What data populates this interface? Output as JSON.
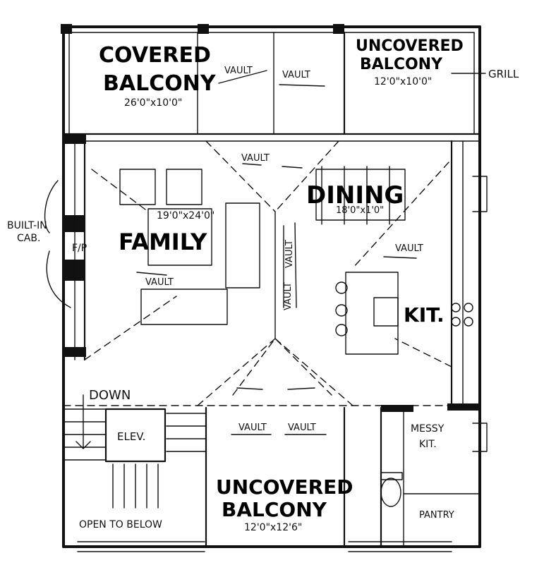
{
  "rooms": {
    "covered_balcony": {
      "name_line1": "COVERED",
      "name_line2": "BALCONY",
      "size": "26'0\"x10'0\""
    },
    "uncovered_balcony_top": {
      "name_line1": "UNCOVERED",
      "name_line2": "BALCONY",
      "size": "12'0\"x10'0\""
    },
    "family": {
      "name": "FAMILY",
      "size": "19'0\"x24'0\""
    },
    "dining": {
      "name": "DINING",
      "size": "18'0\"x1'0\""
    },
    "kitchen": {
      "name": "KIT."
    },
    "messy_kitchen": {
      "name_line1": "MESSY",
      "name_line2": "KIT."
    },
    "pantry": {
      "name": "PANTRY"
    },
    "elevator": {
      "name": "ELEV."
    },
    "uncovered_balcony_bottom": {
      "name_line1": "UNCOVERED",
      "name_line2": "BALCONY",
      "size": "12'0\"x12'6\""
    }
  },
  "labels": {
    "grill": "GRILL",
    "built_in_cab_line1": "BUILT-IN",
    "built_in_cab_line2": "CAB.",
    "fireplace": "F/P",
    "down": "DOWN",
    "open_to_below": "OPEN TO BELOW",
    "vault": "VAULT"
  }
}
